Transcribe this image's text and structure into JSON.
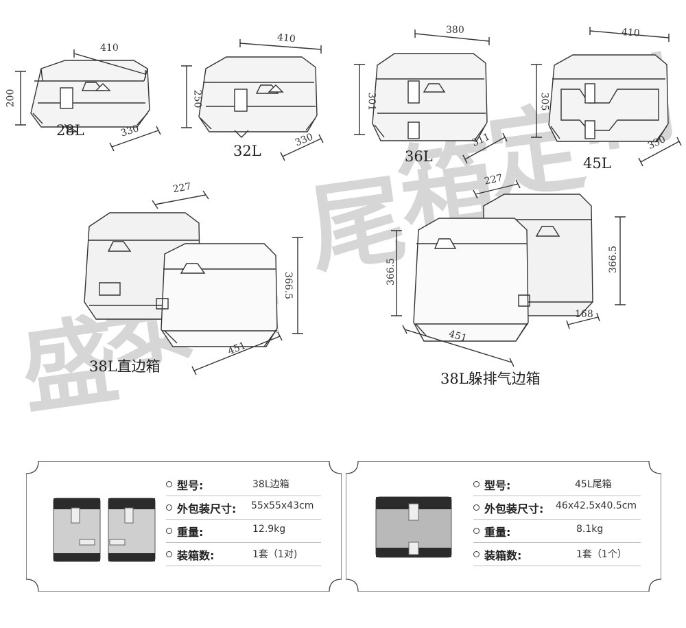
{
  "watermark": [
    "盛",
    "泰",
    "嘉",
    "尾",
    "箱",
    "定",
    "制"
  ],
  "top_cases": [
    {
      "capacity": "28L",
      "width": "410",
      "height": "200",
      "depth": "330"
    },
    {
      "capacity": "32L",
      "width": "410",
      "height": "250",
      "depth": "330"
    },
    {
      "capacity": "36L",
      "width": "380",
      "height": "301",
      "depth": "311"
    },
    {
      "capacity": "45L",
      "width": "410",
      "height": "305",
      "depth": "330"
    }
  ],
  "side_cases": [
    {
      "caption": "38L直边箱",
      "depth": "227",
      "height": "366.5",
      "width": "451"
    },
    {
      "caption": "38L躲排气边箱",
      "depth": "227",
      "height": "366.5",
      "width": "451",
      "lower_depth": "168"
    }
  ],
  "spec_cards": [
    {
      "rows": [
        {
          "label": "型号:",
          "value": "38L边箱"
        },
        {
          "label": "外包装尺寸:",
          "value": "55x55x43cm"
        },
        {
          "label": "重量:",
          "value": "12.9kg"
        },
        {
          "label": "装箱数:",
          "value": "1套（1对)"
        }
      ]
    },
    {
      "rows": [
        {
          "label": "型号:",
          "value": "45L尾箱"
        },
        {
          "label": "外包装尺寸:",
          "value": "46x42.5x40.5cm"
        },
        {
          "label": "重量:",
          "value": "8.1kg"
        },
        {
          "label": "装箱数:",
          "value": "1套（1个）"
        }
      ]
    }
  ]
}
